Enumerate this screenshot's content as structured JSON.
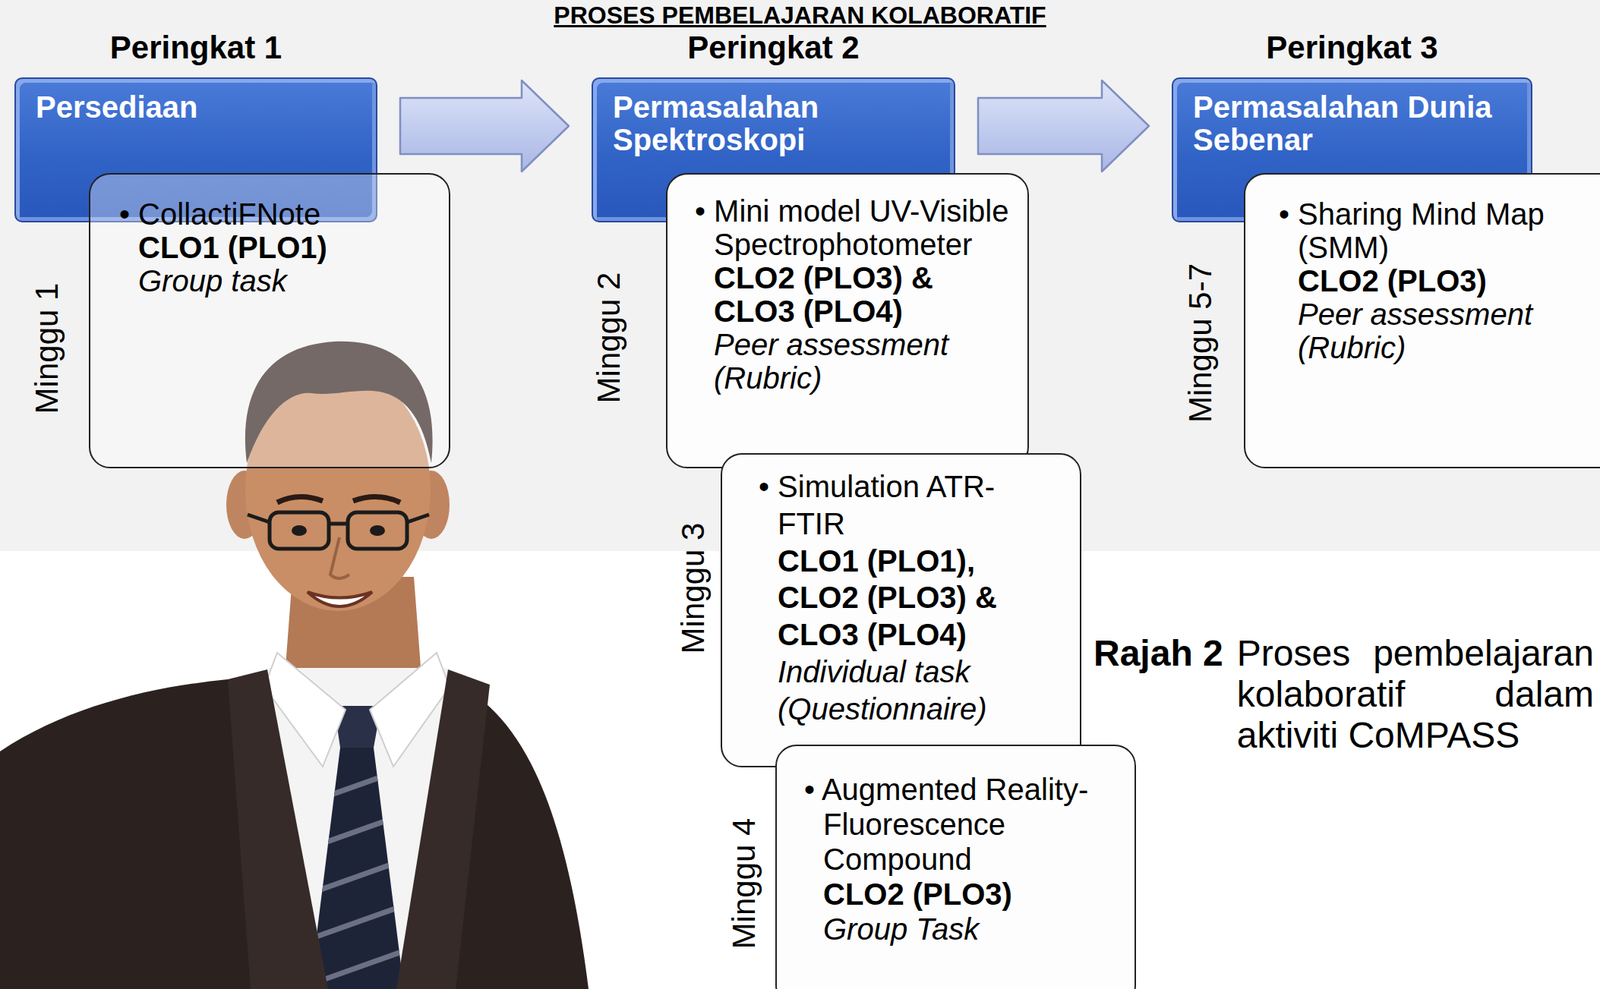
{
  "diagram": {
    "title": "PROSES PEMBELAJARAN KOLABORATIF",
    "caption": "Proses pembelajaran kolaboratif dalam aktiviti CoMPASS",
    "nodes": [
      {
        "text": [
          "Peringkat 1",
          "Persediaan"
        ]
      },
      {
        "text": [
          "Minggu 1",
          "• CollactiFNote",
          "CLO1 (PLO1)",
          "Group task"
        ]
      },
      {
        "text": [
          "Peringkat 2",
          "Permasalahan Spektroskopi"
        ]
      },
      {
        "text": [
          "Minggu 2",
          "• Mini model UV-Visible Spectrophotometer",
          "CLO2 (PLO3) & CLO3 (PLO4)",
          "Peer assessment (Rubric)"
        ]
      },
      {
        "text": [
          "Minggu 3",
          "• Simulation ATR-FTIR",
          "CLO1 (PLO1), CLO2 (PLO3) & CLO3 (PLO4)",
          "Individual task (Questionnaire)"
        ]
      },
      {
        "text": [
          "Minggu 4",
          "• Augmented Reality-Fluorescence Compound",
          "CLO2 (PLO3)",
          "Group Task"
        ]
      },
      {
        "text": [
          "Peringkat 3",
          "Permasalahan Dunia Sebenar"
        ]
      },
      {
        "text": [
          "Minggu 5-7",
          "• Sharing Mind Map (SMM)",
          "CLO2 (PLO3)",
          "Peer assessment (Rubric)"
        ]
      }
    ],
    "edges": [
      {
        "from": 0,
        "to": 2,
        "arrow": "to"
      },
      {
        "from": 2,
        "to": 6,
        "arrow": "to"
      }
    ],
    "labels": [
      "Rajah 2"
    ]
  }
}
